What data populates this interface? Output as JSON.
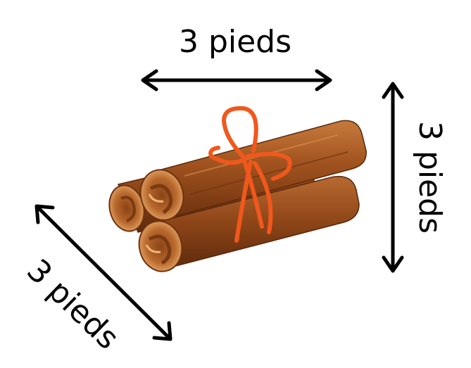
{
  "dimensions": {
    "width_label": "3 pieds",
    "height_label": "3 pieds",
    "depth_label": "3 pieds"
  },
  "colors": {
    "arrow": "#000000",
    "bark_dark": "#7a3a12",
    "bark_mid": "#a0521e",
    "bark_light": "#c77a3c",
    "curl_inner": "#e8a868",
    "string": "#f0581c"
  },
  "icons": {
    "object": "cinnamon-sticks-bundle"
  }
}
